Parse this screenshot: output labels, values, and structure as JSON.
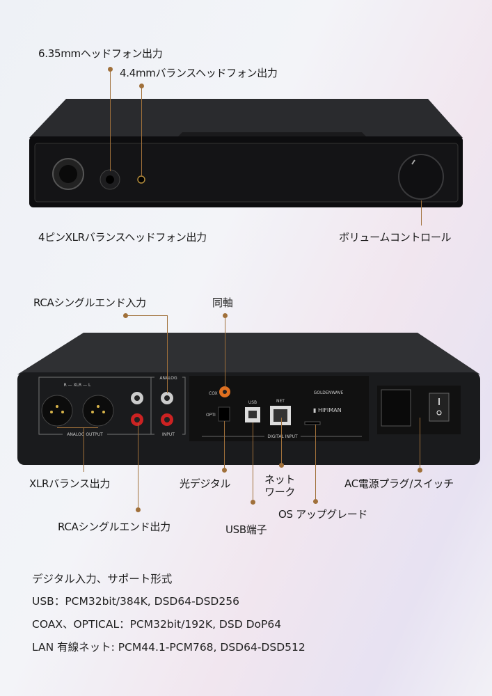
{
  "front": {
    "labels": {
      "jack635": "6.35mmヘッドフォン出力",
      "jack44": "4.4mmバランスヘッドフォン出力",
      "xlr4": "4ピンXLRバランスヘッドフォン出力",
      "volume": "ボリュームコントロール"
    }
  },
  "rear": {
    "labels": {
      "rca_in": "RCAシングルエンド入力",
      "coax": "同軸",
      "xlr_out": "XLRバランス出力",
      "optical": "光デジタル",
      "network_1": "ネット",
      "network_2": "ワーク",
      "ac": "AC電源プラグ/スイッチ",
      "rca_out": "RCAシングルエンド出力",
      "os": "OS アップグレード",
      "usb": "USB端子"
    },
    "panel": {
      "xlr": "R — XLR — L",
      "analog_output": "ANALOG OUTPUT",
      "analog_in": "ANALOG",
      "input": "INPUT",
      "coax": "COX",
      "opti": "OPTI",
      "usb": "USB",
      "net": "NET",
      "brand": "HIFIMAN",
      "model": "GOLDENWAVE",
      "digital_input": "DIGITAL INPUT"
    }
  },
  "specs": {
    "title": "デジタル入力、サポート形式",
    "usb": "USB：PCM32bit/384K,  DSD64-DSD256",
    "coax_optical": "COAX、OPTICAL：PCM32bit/192K,  DSD DoP64",
    "lan": "LAN 有線ネット: PCM44.1-PCM768, DSD64-DSD512"
  },
  "colors": {
    "accent": "#a0703a"
  }
}
